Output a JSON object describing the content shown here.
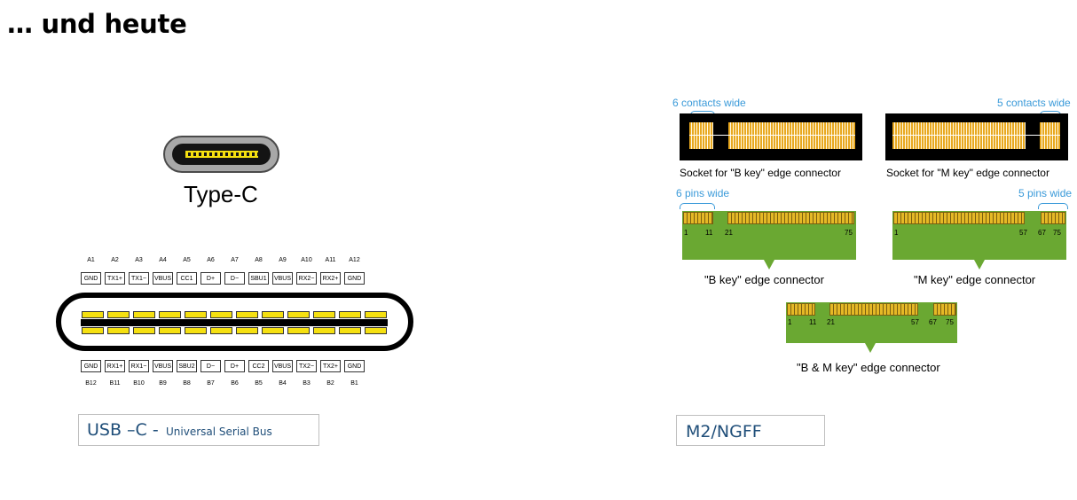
{
  "title": "… und heute",
  "usb": {
    "plug_label": "Type-C",
    "top_ids": [
      "A1",
      "A2",
      "A3",
      "A4",
      "A5",
      "A6",
      "A7",
      "A8",
      "A9",
      "A10",
      "A11",
      "A12"
    ],
    "top_pins": [
      "GND",
      "TX1+",
      "TX1−",
      "VBUS",
      "CC1",
      "D+",
      "D−",
      "SBU1",
      "VBUS",
      "RX2−",
      "RX2+",
      "GND"
    ],
    "bottom_pins": [
      "GND",
      "RX1+",
      "RX1−",
      "VBUS",
      "SBU2",
      "D−",
      "D+",
      "CC2",
      "VBUS",
      "TX2−",
      "TX2+",
      "GND"
    ],
    "bottom_ids": [
      "B12",
      "B11",
      "B10",
      "B9",
      "B8",
      "B7",
      "B6",
      "B5",
      "B4",
      "B3",
      "B2",
      "B1"
    ],
    "caption_main": "USB –C -",
    "caption_sub": "Universal Serial Bus"
  },
  "m2": {
    "socket_b_width": "6 contacts wide",
    "socket_m_width": "5 contacts wide",
    "socket_b_label": "Socket for \"B key\" edge connector",
    "socket_m_label": "Socket for \"M key\" edge connector",
    "b_pins_width": "6 pins wide",
    "m_pins_width": "5 pins wide",
    "b_key_label": "\"B key\" edge connector",
    "m_key_label": "\"M key\" edge connector",
    "bm_key_label": "\"B & M key\" edge connector",
    "b_nums": [
      "1",
      "11",
      "21",
      "75"
    ],
    "m_nums": [
      "1",
      "57",
      "67",
      "75"
    ],
    "bm_nums": [
      "1",
      "11",
      "21",
      "57",
      "67",
      "75"
    ],
    "caption": "M2/NGFF"
  },
  "colors": {
    "caption_text": "#1f4e79",
    "annotation": "#3a9ad9",
    "pcb_green": "#6aa832",
    "contact_gold": "#e5b826"
  }
}
